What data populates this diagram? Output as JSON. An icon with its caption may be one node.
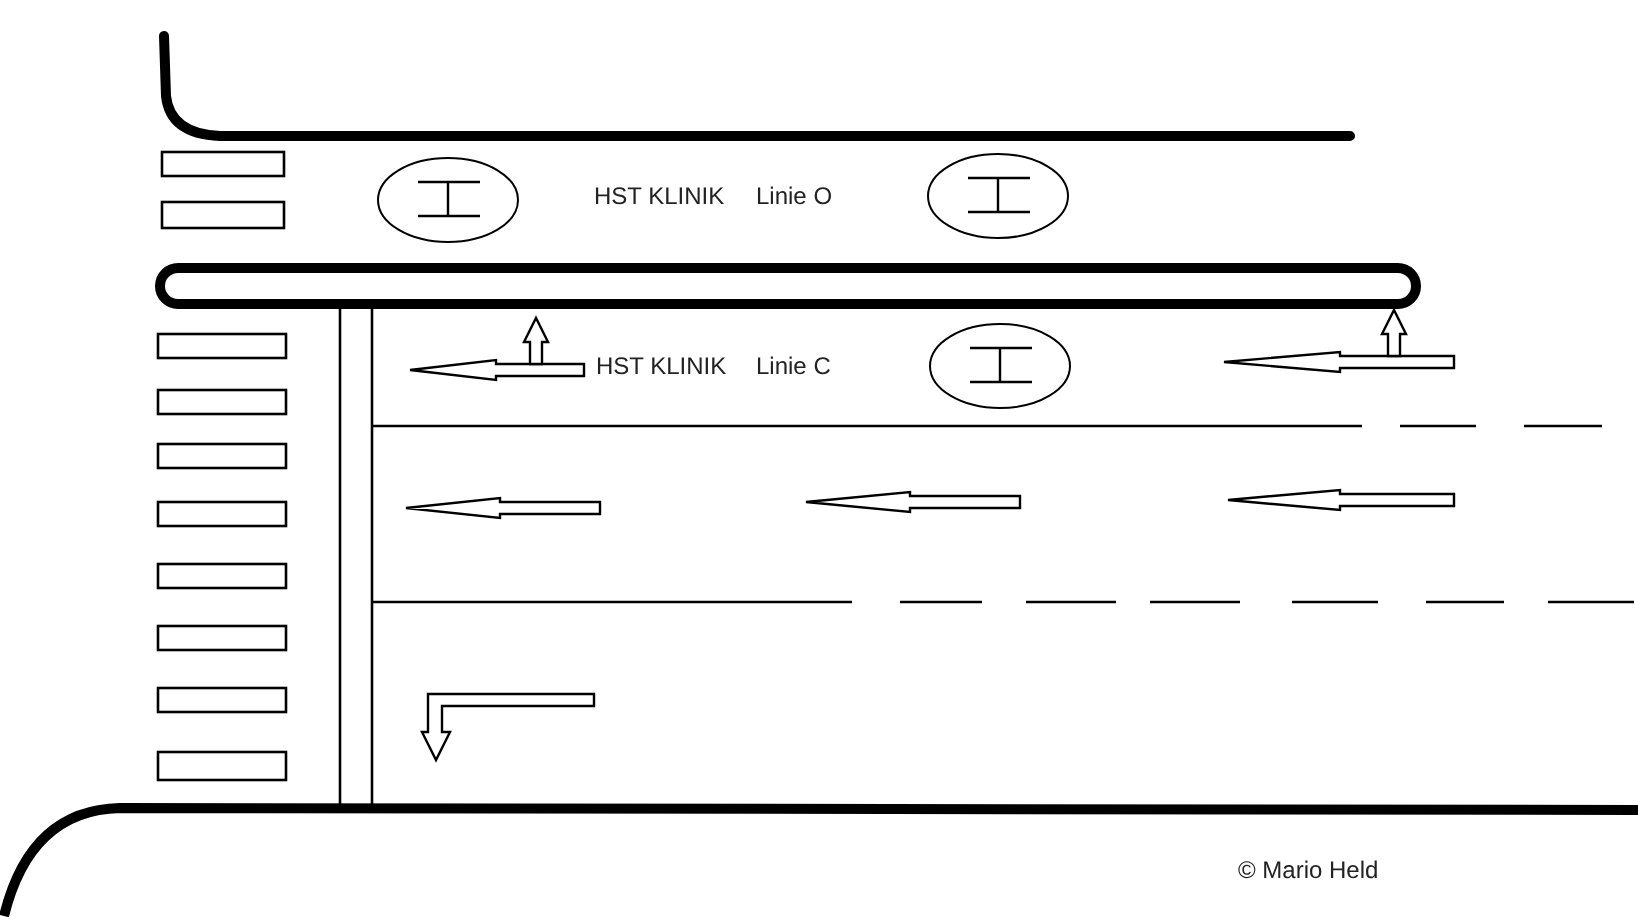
{
  "diagram": {
    "labels": [
      "HST KLINIK",
      "Linie O",
      "HST KLINIK",
      "Linie C",
      "© Mario Held"
    ]
  }
}
